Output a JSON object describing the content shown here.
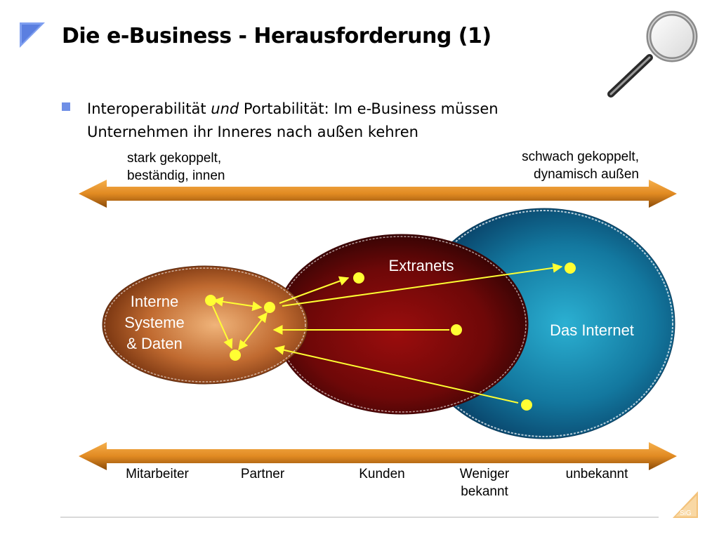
{
  "slide": {
    "title": "Die e-Business - Herausforderung (1)",
    "bullet": {
      "part1": "Interoperabilität ",
      "emphasis": "und",
      "part2": " Portabilität: Im e-Business müssen Unternehmen ihr Inneres nach außen kehren"
    },
    "top_axis": {
      "left_label": [
        "stark gekoppelt,",
        "beständig, innen"
      ],
      "right_label": [
        "schwach gekoppelt,",
        "dynamisch außen"
      ]
    },
    "ovals": {
      "internal": [
        "Interne",
        "Systeme",
        "& Daten"
      ],
      "extranets": "Extranets",
      "internet": "Das Internet"
    },
    "bottom_axis": {
      "labels": [
        "Mitarbeiter",
        "Partner",
        "Kunden",
        "Weniger bekannt",
        "unbekannt"
      ]
    },
    "logo_text": "SiG"
  },
  "colors": {
    "arrow_orange": "#e9902a",
    "arrow_brown": "#7a4a10",
    "link_yellow": "#ffff33",
    "internet_blue": "#1a8ab0",
    "extranet_red": "#8a0a0a",
    "internal_orange": "#d9854a",
    "bullet_blue": "#6f8fe6",
    "title_corner_blue": "#6f8fe6"
  },
  "icons": {
    "title_marker": "triangle-corner-icon",
    "magnifier": "magnifying-glass-icon",
    "bullet": "square-bullet-icon",
    "logo": "sig-logo-icon"
  }
}
